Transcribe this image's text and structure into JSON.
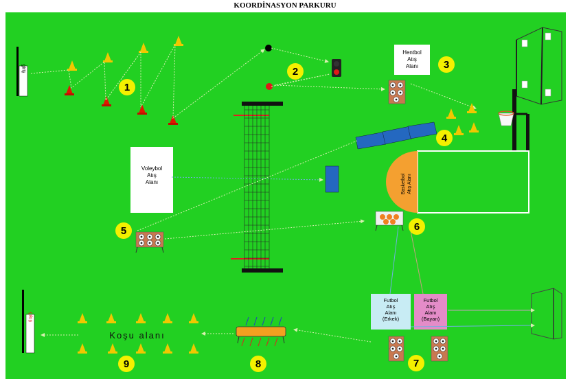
{
  "title": "KOORDİNASYON PARKURU",
  "entrance_label": "giriş",
  "exit_label": "çıkış",
  "areas": {
    "handball": "Hentbol\nAtış\nAlanı",
    "volleyball": "Voleybol\nAtış\nAlanı",
    "basketball": "Basketbol\nAtış Alanı",
    "football_male": "Futbol\nAtış\nAlanı\n(Erkek)",
    "football_female": "Futbol\nAtış\nAlanı\n(Bayan)",
    "running": "Koşu alanı"
  },
  "stations": [
    "1",
    "2",
    "3",
    "4",
    "5",
    "6",
    "7",
    "8",
    "9"
  ],
  "colors": {
    "field": "#22d022",
    "station_badge": "#f4f000",
    "cone_yellow": "#f0c800",
    "cone_red": "#e01800",
    "basket_area": "#f4a030",
    "football_male": "#c8ecf4",
    "football_female": "#e48cc8",
    "mat_blue": "#2468c0"
  }
}
